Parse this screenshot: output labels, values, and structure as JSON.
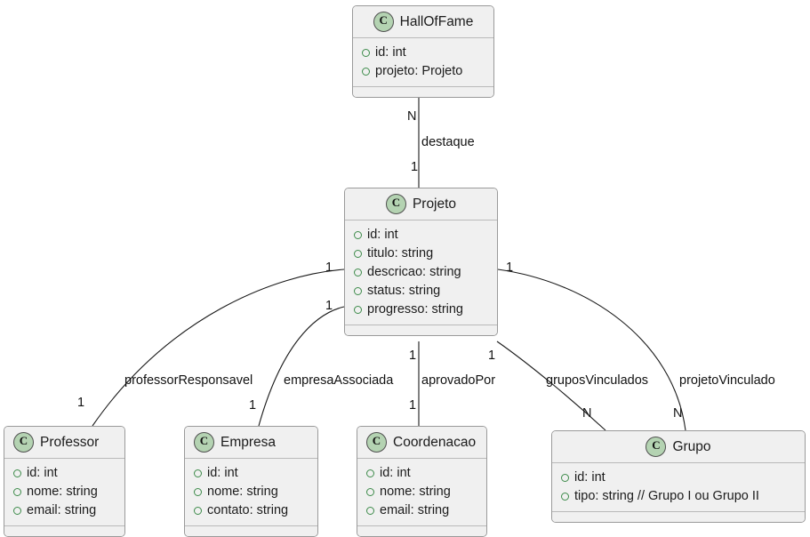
{
  "diagram": {
    "title": "UML Class Diagram",
    "type": "uml-class-diagram",
    "badge_letter": "C",
    "colors": {
      "box_fill": "#f0f0f0",
      "box_border": "#9a9a9a",
      "badge_fill": "#b4d3b2",
      "badge_border": "#4f4f4f",
      "attr_bullet": "#3d8b4a",
      "edge_stroke": "#1a1a1a",
      "text": "#1b1b1b",
      "canvas": "#ffffff"
    }
  },
  "classes": [
    {
      "id": "hall-of-fame",
      "name": "HallOfFame",
      "attributes": [
        "id: int",
        "projeto: Projeto"
      ]
    },
    {
      "id": "projeto",
      "name": "Projeto",
      "attributes": [
        "id: int",
        "titulo: string",
        "descricao: string",
        "status: string",
        "progresso: string"
      ]
    },
    {
      "id": "professor",
      "name": "Professor",
      "attributes": [
        "id: int",
        "nome: string",
        "email: string"
      ]
    },
    {
      "id": "empresa",
      "name": "Empresa",
      "attributes": [
        "id: int",
        "nome: string",
        "contato: string"
      ]
    },
    {
      "id": "coordenacao",
      "name": "Coordenacao",
      "attributes": [
        "id: int",
        "nome: string",
        "email: string"
      ]
    },
    {
      "id": "grupo",
      "name": "Grupo",
      "attributes": [
        "id: int",
        "tipo: string // Grupo I ou Grupo II"
      ]
    }
  ],
  "relationships": [
    {
      "id": "destaque",
      "label": "destaque",
      "from": "hall-of-fame",
      "to": "projeto",
      "from_multiplicity": "N",
      "to_multiplicity": "1"
    },
    {
      "id": "professor-responsavel",
      "label": "professorResponsavel",
      "from": "projeto",
      "to": "professor",
      "from_multiplicity": "1",
      "to_multiplicity": "1"
    },
    {
      "id": "empresa-associada",
      "label": "empresaAssociada",
      "from": "projeto",
      "to": "empresa",
      "from_multiplicity": "1",
      "to_multiplicity": "1"
    },
    {
      "id": "aprovado-por",
      "label": "aprovadoPor",
      "from": "projeto",
      "to": "coordenacao",
      "from_multiplicity": "1",
      "to_multiplicity": "1"
    },
    {
      "id": "grupos-vinculados",
      "label": "gruposVinculados",
      "from": "projeto",
      "to": "grupo",
      "from_multiplicity": "1",
      "to_multiplicity": "N"
    },
    {
      "id": "projeto-vinculado",
      "label": "projetoVinculado",
      "from": "projeto",
      "to": "grupo",
      "from_multiplicity": "1",
      "to_multiplicity": "N"
    }
  ]
}
